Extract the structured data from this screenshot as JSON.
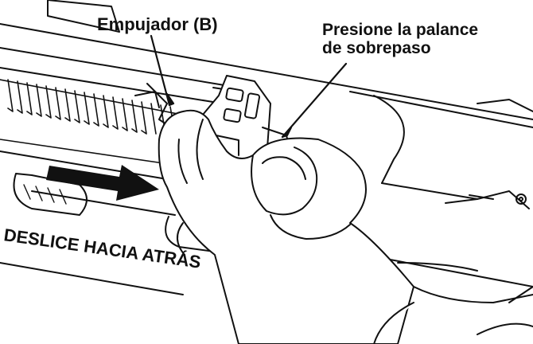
{
  "labels": {
    "pusher": "Empujador (B)",
    "lever_line1": "Presione la palance",
    "lever_line2": "de sobrepaso",
    "slide": "DESLICE HACIA ATRÁS"
  },
  "colors": {
    "ink": "#111111",
    "paper": "#ffffff"
  },
  "icons": {
    "direction": "arrow-left-icon"
  }
}
